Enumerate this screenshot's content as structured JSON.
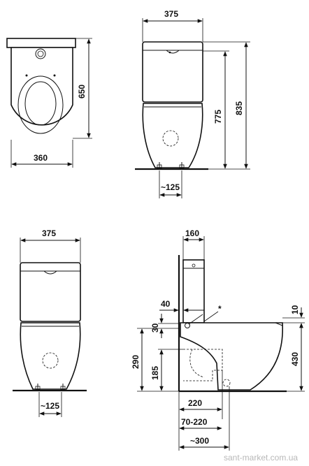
{
  "views": {
    "top": {
      "depth": "650",
      "width": "360"
    },
    "front_top": {
      "cistern_width": "375",
      "height_cistern": "775",
      "height_total": "835",
      "outlet_spacing": "~125"
    },
    "front_bottom": {
      "cistern_width": "375",
      "outlet_spacing": "~125"
    },
    "side": {
      "cistern_depth": "160",
      "wall_gap": "40",
      "note_marker": "*",
      "lid_offset": "10",
      "inlet_offset": "30",
      "bowl_height": "430",
      "outlet_height_total": "290",
      "outlet_height": "185",
      "outlet_distance": "220",
      "outlet_range": "70-220",
      "overall_depth": "~300"
    }
  },
  "watermark": "sant-market.com.ua",
  "colors": {
    "line": "#111111",
    "watermark": "#b8b8b8"
  }
}
